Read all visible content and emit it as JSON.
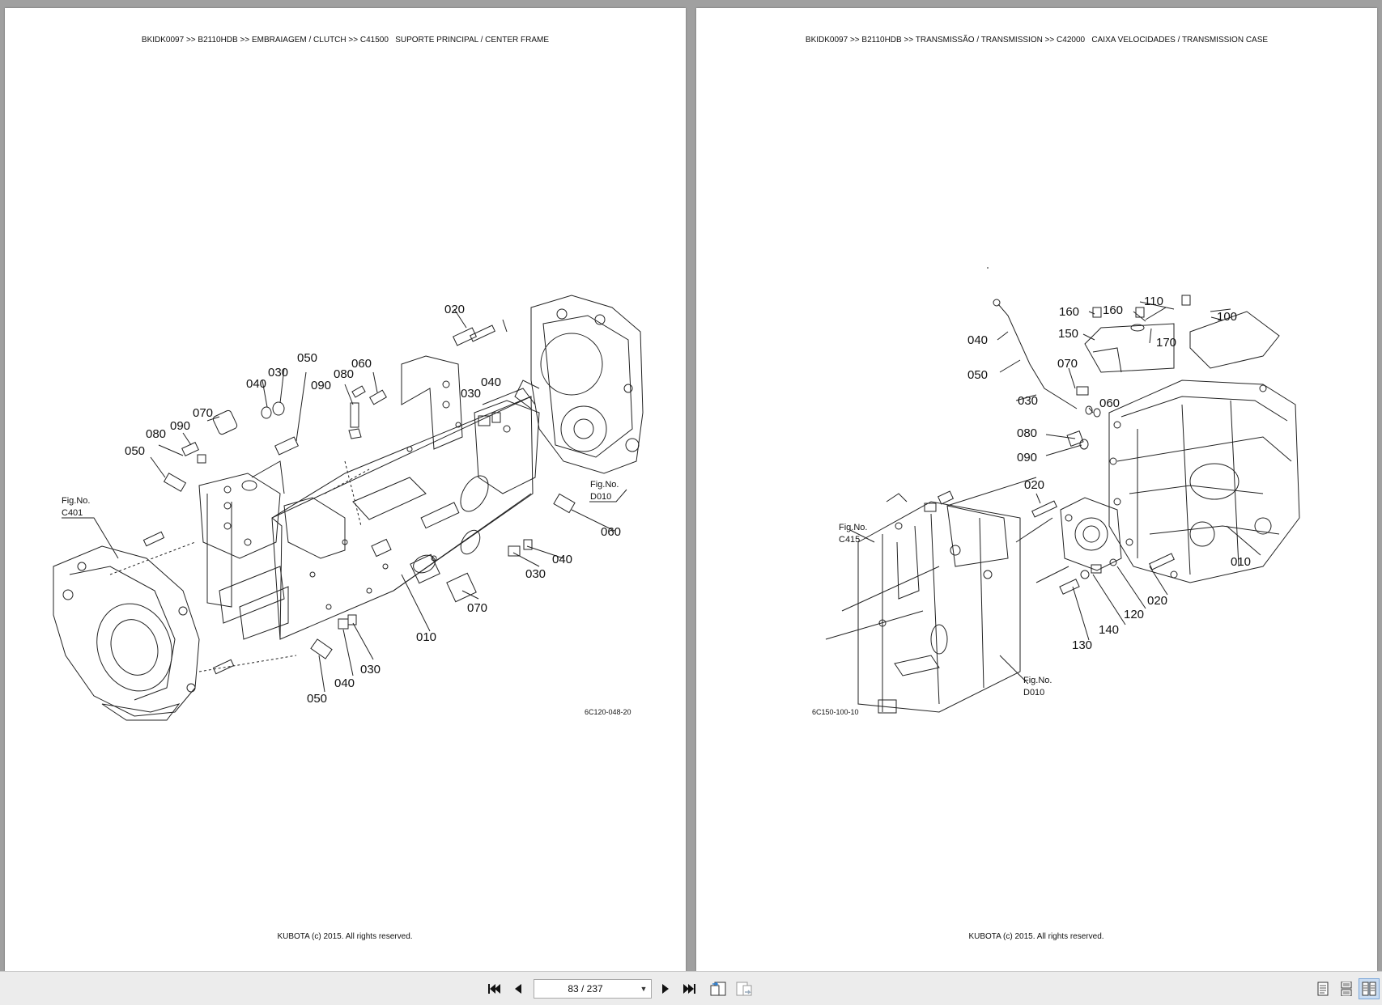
{
  "left_page": {
    "breadcrumb": "BKIDK0097 >> B2110HDB >> EMBRAIAGEM / CLUTCH >> C41500   SUPORTE PRINCIPAL / CENTER FRAME",
    "callouts": [
      "020",
      "050",
      "030",
      "040",
      "080",
      "060",
      "090",
      "030",
      "040",
      "070",
      "090",
      "080",
      "050",
      "060",
      "040",
      "030",
      "070",
      "010",
      "030",
      "040",
      "050"
    ],
    "fig_refs": [
      {
        "line1": "Fig.No.",
        "line2": "C401"
      },
      {
        "line1": "Fig.No.",
        "line2": "D010"
      }
    ],
    "drawing_code": "6C120-048-20",
    "footer": "KUBOTA (c) 2015. All rights reserved."
  },
  "right_page": {
    "breadcrumb": "BKIDK0097 >> B2110HDB >> TRANSMISSÃO / TRANSMISSION >> C42000   CAIXA VELOCIDADES / TRANSMISSION CASE",
    "callouts": [
      "110",
      "160",
      "160",
      "100",
      "040",
      "150",
      "170",
      "050",
      "070",
      "030",
      "060",
      "080",
      "090",
      "020",
      "010",
      "020",
      "120",
      "140",
      "130"
    ],
    "fig_refs": [
      {
        "line1": "Fig.No.",
        "line2": "C415"
      },
      {
        "line1": "Fig.No.",
        "line2": "D010"
      }
    ],
    "drawing_code": "6C150-100-10",
    "footer": "KUBOTA (c) 2015. All rights reserved."
  },
  "toolbar": {
    "page_indicator": "83 / 237",
    "icons": [
      "first-page-icon",
      "prev-page-icon",
      "next-page-icon",
      "last-page-icon",
      "go-back-view-icon",
      "go-forward-view-icon",
      "single-page-view-icon",
      "continuous-view-icon",
      "facing-pages-view-icon"
    ]
  }
}
